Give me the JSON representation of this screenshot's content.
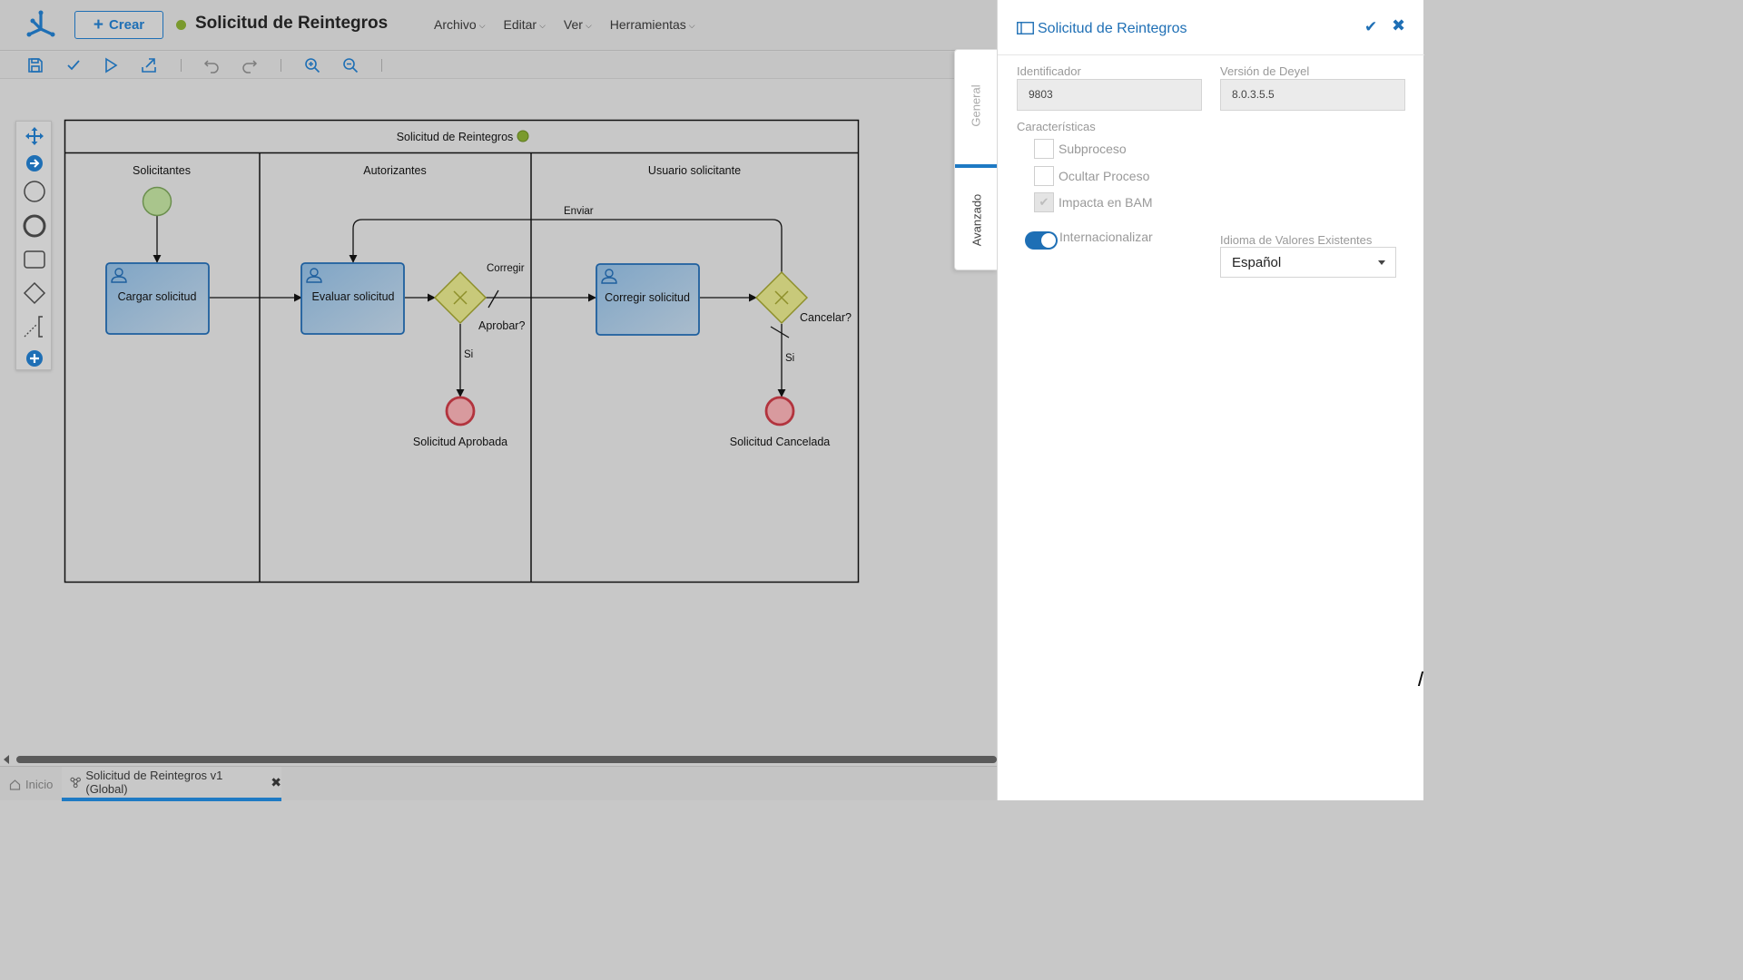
{
  "header": {
    "create_label": "Crear",
    "title": "Solicitud de Reintegros",
    "status_color": "#7a9a2e",
    "menu": [
      {
        "label": "Archivo"
      },
      {
        "label": "Editar"
      },
      {
        "label": "Ver"
      },
      {
        "label": "Herramientas"
      }
    ]
  },
  "toolbar": {
    "icons": [
      "save-icon",
      "check-icon",
      "play-icon",
      "export-icon",
      "undo-icon",
      "redo-icon",
      "zoom-in-icon",
      "zoom-out-icon"
    ]
  },
  "palette": {
    "icons": [
      "move-icon",
      "connect-icon",
      "start-event-icon",
      "end-event-icon",
      "task-icon",
      "gateway-icon",
      "annotation-icon",
      "add-icon"
    ]
  },
  "diagram": {
    "pool_title": "Solicitud de Reintegros",
    "lanes": [
      "Solicitantes",
      "Autorizantes",
      "Usuario solicitante"
    ],
    "tasks": {
      "cargar": "Cargar solicitud",
      "evaluar": "Evaluar solicitud",
      "corregir": "Corregir solicitud"
    },
    "gateways": {
      "aprobar": "Aprobar?",
      "cancelar": "Cancelar?"
    },
    "flows": {
      "corregir": "Corregir",
      "enviar": "Enviar",
      "si_1": "Si",
      "si_2": "Si"
    },
    "end_events": {
      "aprobada": "Solicitud Aprobada",
      "cancelada": "Solicitud Cancelada"
    }
  },
  "bottom_tabs": {
    "home": "Inicio",
    "active": "Solicitud de Reintegros v1 (Global)"
  },
  "panel": {
    "title": "Solicitud de Reintegros",
    "tabs": {
      "general": "General",
      "advanced": "Avanzado"
    },
    "id_label": "Identificador",
    "id_value": "9803",
    "version_label": "Versión de Deyel",
    "version_value": "8.0.3.5.5",
    "characteristics_label": "Características",
    "checkboxes": [
      {
        "label": "Subproceso",
        "checked": false
      },
      {
        "label": "Ocultar Proceso",
        "checked": false
      },
      {
        "label": "Impacta en BAM",
        "checked": true
      }
    ],
    "internationalize_label": "Internacionalizar",
    "language_label": "Idioma de Valores Existentes",
    "language_value": "Español",
    "accent_color": "#1e6fb5"
  }
}
